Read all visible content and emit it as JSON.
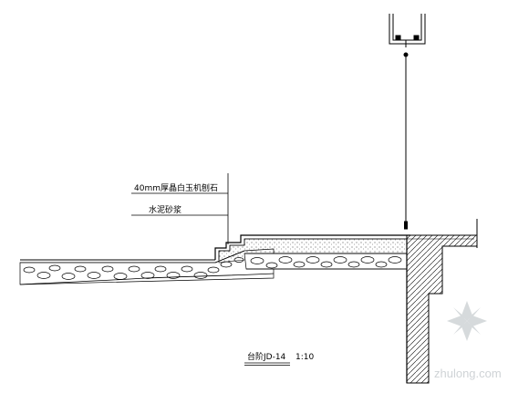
{
  "drawing": {
    "labels": {
      "finish_layer": "40mm厚晶白玉机刨石",
      "mortar_layer": "水泥砂浆"
    },
    "title": {
      "name": "台阶JD-14",
      "scale": "1:10"
    },
    "watermark": "zhulong.com",
    "colors": {
      "line": "#000000",
      "watermark": "#cfd3d6"
    }
  }
}
